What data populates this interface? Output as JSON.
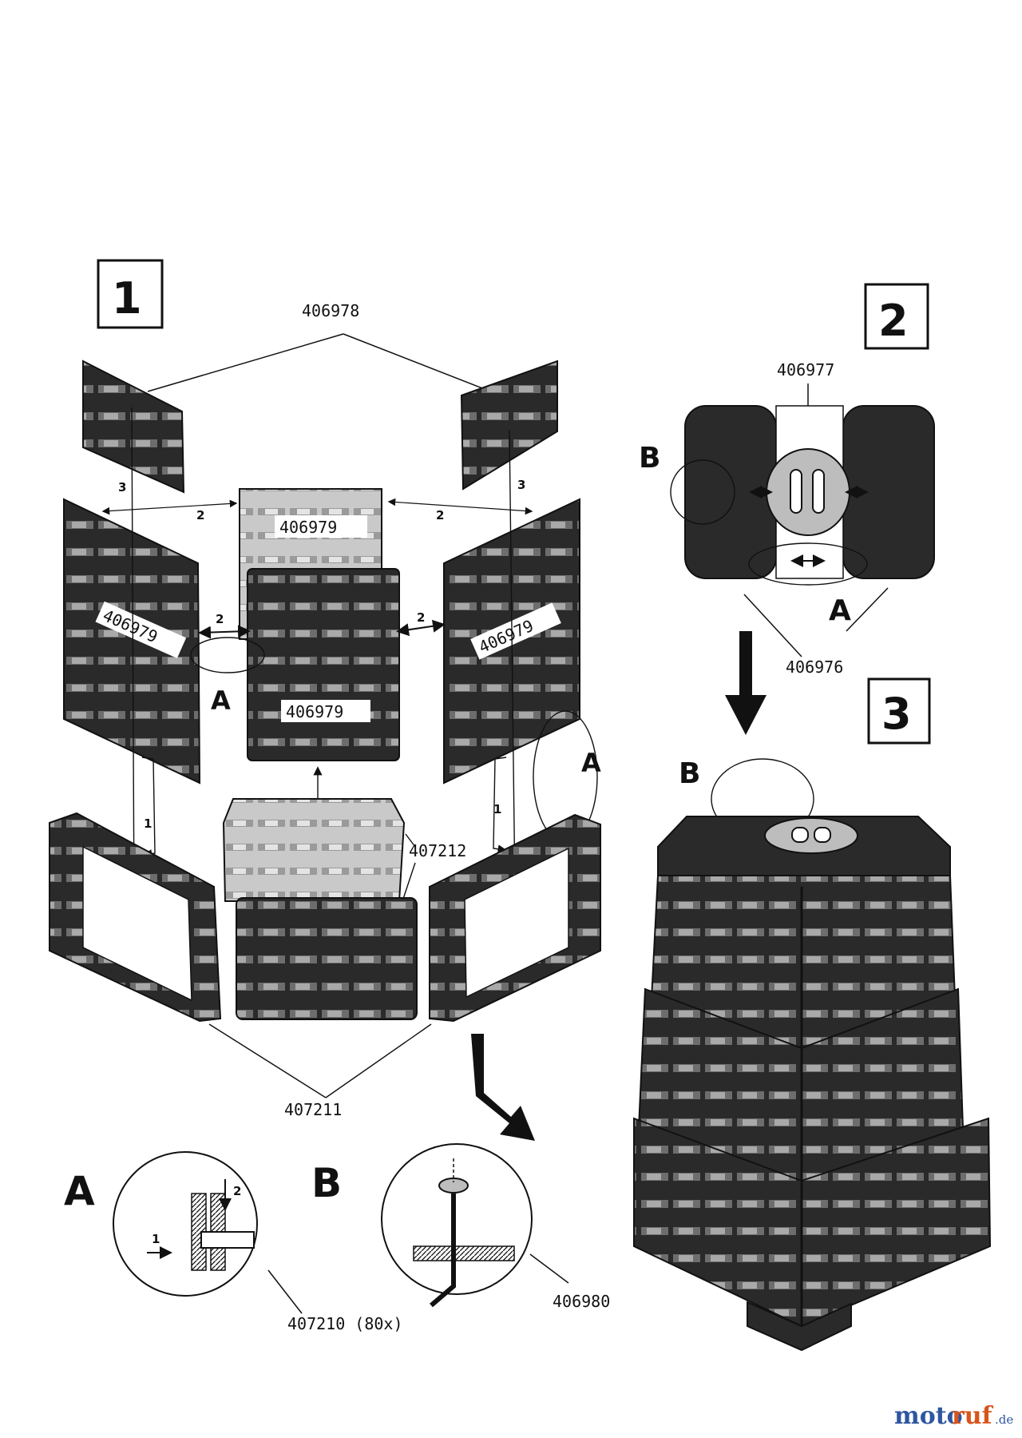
{
  "steps": {
    "s1": "1",
    "s2": "2",
    "s3": "3"
  },
  "parts": {
    "p406978": "406978",
    "p406979": "406979",
    "p406977": "406977",
    "p406976": "406976",
    "p407212": "407212",
    "p407211": "407211",
    "p407210": "407210 (80x)",
    "p406980": "406980"
  },
  "detail_letters": {
    "a": "A",
    "b": "B"
  },
  "arrow_numbers": {
    "n1": "1",
    "n2": "2",
    "n3": "3"
  },
  "watermark": {
    "brand_a": "moto",
    "brand_b": "ruf",
    "domain": ".de"
  },
  "colors": {
    "ink": "#111111",
    "panel": "#2a2a2a",
    "light": "#bdbdbd",
    "brand_blue": "#2e56a0",
    "brand_orange": "#d8541a"
  }
}
